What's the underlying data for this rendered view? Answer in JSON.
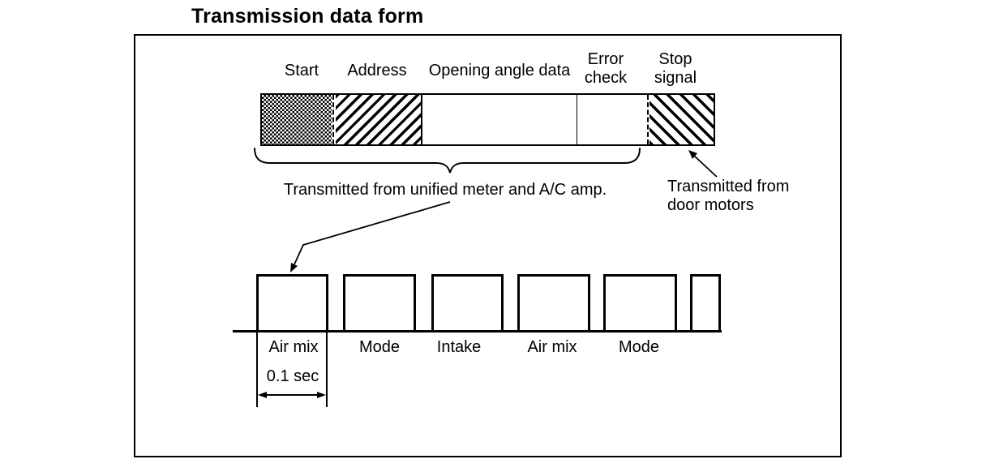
{
  "colors": {
    "ink": "#000000",
    "paper": "#ffffff"
  },
  "title": "Transmission data form",
  "frame": {
    "segment_labels": [
      "Start",
      "Address",
      "Opening angle data",
      "Error\ncheck",
      "Stop\nsignal"
    ],
    "segment_patterns": [
      "checker",
      "diagonal-hatch-forward",
      "plain",
      "plain",
      "diagonal-hatch-backward"
    ],
    "brace_caption": "Transmitted from unified meter and A/C amp.",
    "door_caption": "Transmitted from\ndoor motors"
  },
  "timing": {
    "pulse_labels": [
      "Air mix",
      "Mode",
      "Intake",
      "Air mix",
      "Mode"
    ],
    "duration_label": "0.1 sec"
  }
}
